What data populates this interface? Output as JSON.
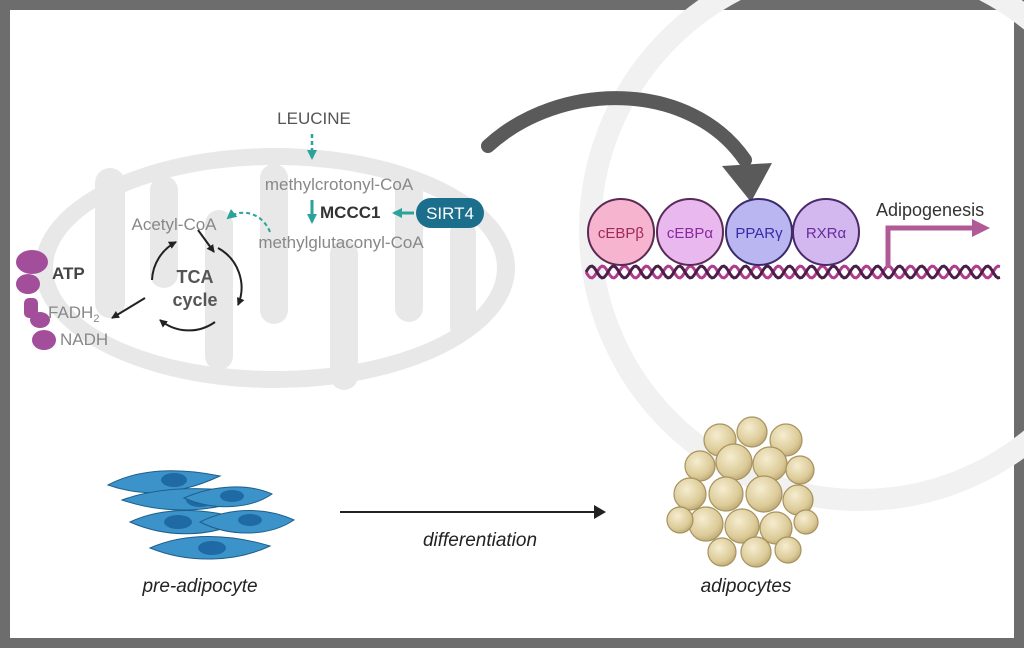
{
  "metabolism": {
    "leucine": "LEUCINE",
    "methylcrotonyl": "methylcrotonyl-CoA",
    "mccc1": "MCCC1",
    "sirt4": "SIRT4",
    "methylglutaconyl": "methylglutaconyl-CoA",
    "acetyl": "Acetyl-CoA",
    "tca_line1": "TCA",
    "tca_line2": "cycle",
    "atp": "ATP",
    "fadh": "FADH",
    "fadh_sub": "2",
    "nadh": "NADH"
  },
  "transcription": {
    "factors": [
      "cEBPβ",
      "cEBPα",
      "PPARγ",
      "RXRα"
    ],
    "factor_colors": [
      "#f7b4cf",
      "#e8b8ee",
      "#b9b6f1",
      "#d2b8ee"
    ],
    "factor_text_colors": [
      "#a0285c",
      "#8a2a9c",
      "#3a2aa8",
      "#6a2aa0"
    ],
    "adipogenesis": "Adipogenesis"
  },
  "differentiation": {
    "start_label": "pre-adipocyte",
    "process_label": "differentiation",
    "end_label": "adipocytes"
  },
  "colors": {
    "frame": "#6d6d6d",
    "teal": "#2ba39a",
    "sirt4_fill": "#1b6e8c",
    "purple": "#a24e9a",
    "dna_pink": "#b03c8e",
    "dna_dark": "#4a1f4a",
    "cell_blue": "#3b93c9",
    "nucleus_blue": "#1f6aa5",
    "adipocyte": "#dccb98"
  }
}
